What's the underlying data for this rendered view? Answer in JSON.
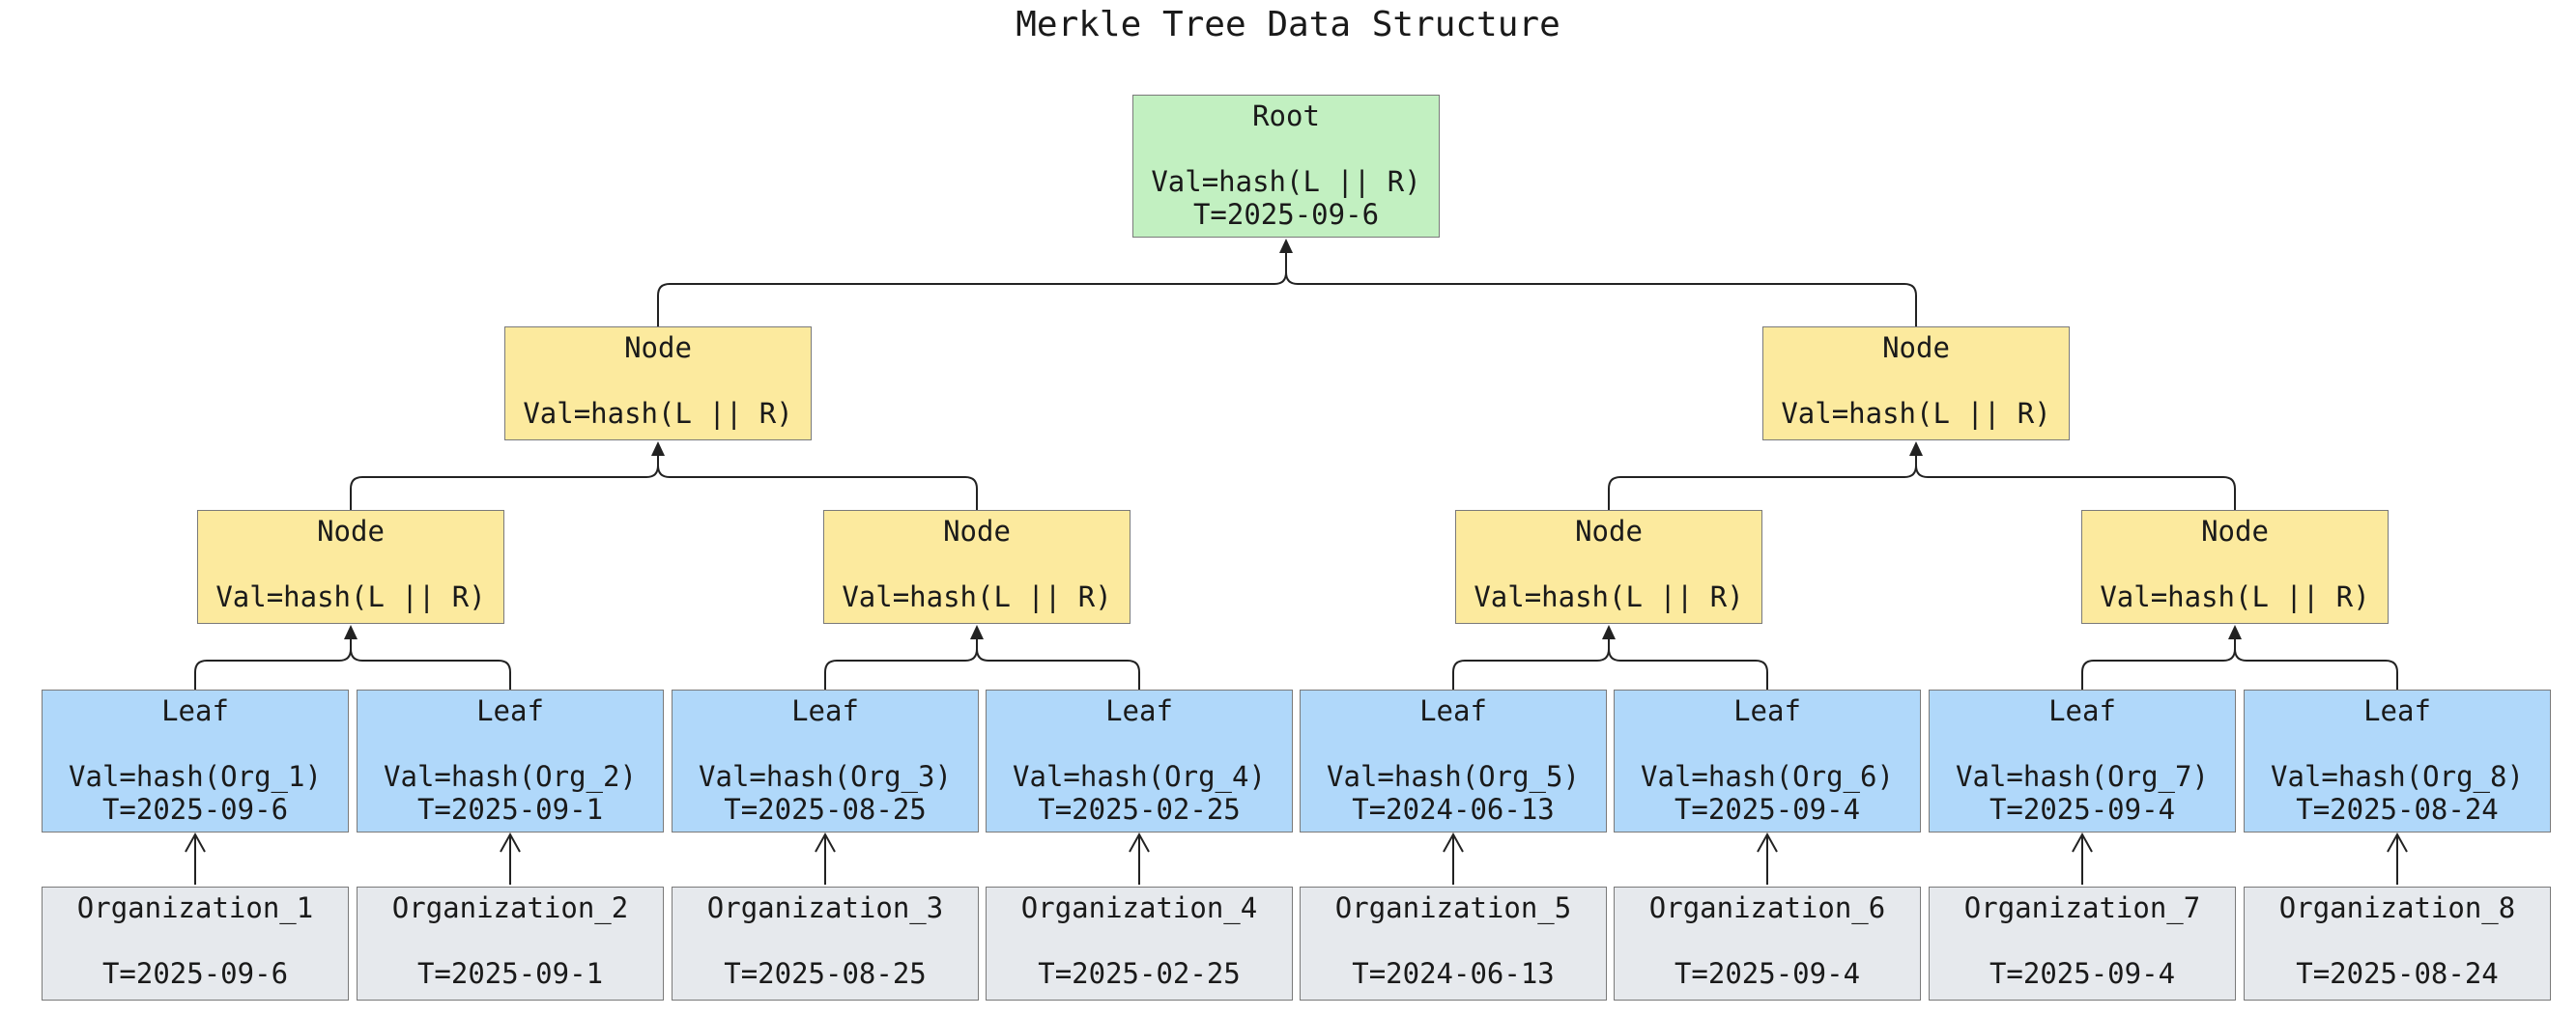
{
  "title": "Merkle Tree Data Structure",
  "colors": {
    "root_fill": "#c2f0c1",
    "node_fill": "#fcea9e",
    "leaf_fill": "#b0d8fa",
    "org_fill": "#e6e9ed",
    "border": "#7a7a7a",
    "edge": "#222222"
  },
  "root": {
    "name": "Root",
    "val": "Val=hash(L || R)",
    "time": "T=2025-09-6"
  },
  "level1": [
    {
      "name": "Node",
      "val": "Val=hash(L || R)"
    },
    {
      "name": "Node",
      "val": "Val=hash(L || R)"
    }
  ],
  "level2": [
    {
      "name": "Node",
      "val": "Val=hash(L || R)"
    },
    {
      "name": "Node",
      "val": "Val=hash(L || R)"
    },
    {
      "name": "Node",
      "val": "Val=hash(L || R)"
    },
    {
      "name": "Node",
      "val": "Val=hash(L || R)"
    }
  ],
  "leaves": [
    {
      "name": "Leaf",
      "val": "Val=hash(Org_1)",
      "time": "T=2025-09-6"
    },
    {
      "name": "Leaf",
      "val": "Val=hash(Org_2)",
      "time": "T=2025-09-1"
    },
    {
      "name": "Leaf",
      "val": "Val=hash(Org_3)",
      "time": "T=2025-08-25"
    },
    {
      "name": "Leaf",
      "val": "Val=hash(Org_4)",
      "time": "T=2025-02-25"
    },
    {
      "name": "Leaf",
      "val": "Val=hash(Org_5)",
      "time": "T=2024-06-13"
    },
    {
      "name": "Leaf",
      "val": "Val=hash(Org_6)",
      "time": "T=2025-09-4"
    },
    {
      "name": "Leaf",
      "val": "Val=hash(Org_7)",
      "time": "T=2025-09-4"
    },
    {
      "name": "Leaf",
      "val": "Val=hash(Org_8)",
      "time": "T=2025-08-24"
    }
  ],
  "organizations": [
    {
      "name": "Organization_1",
      "time": "T=2025-09-6"
    },
    {
      "name": "Organization_2",
      "time": "T=2025-09-1"
    },
    {
      "name": "Organization_3",
      "time": "T=2025-08-25"
    },
    {
      "name": "Organization_4",
      "time": "T=2025-02-25"
    },
    {
      "name": "Organization_5",
      "time": "T=2024-06-13"
    },
    {
      "name": "Organization_6",
      "time": "T=2025-09-4"
    },
    {
      "name": "Organization_7",
      "time": "T=2025-09-4"
    },
    {
      "name": "Organization_8",
      "time": "T=2025-08-24"
    }
  ]
}
